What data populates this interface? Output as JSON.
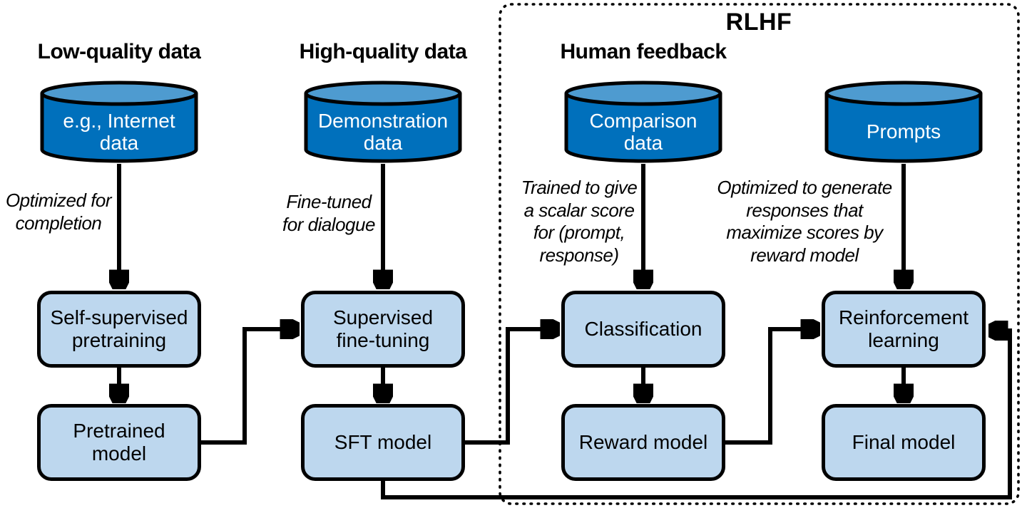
{
  "rlhf": {
    "label": "RLHF"
  },
  "columns": [
    {
      "heading": "Low-quality data",
      "cylinder_label": "e.g., Internet\ndata",
      "annotation": "Optimized for\ncompletion",
      "box1": "Self-supervised\npretraining",
      "box2": "Pretrained\nmodel"
    },
    {
      "heading": "High-quality data",
      "cylinder_label": "Demonstration\ndata",
      "annotation": "Fine-tuned\nfor dialogue",
      "box1": "Supervised\nfine-tuning",
      "box2": "SFT model"
    },
    {
      "heading": "Human feedback",
      "cylinder_label": "Comparison\ndata",
      "annotation": "Trained to give\na scalar score\nfor (prompt,\nresponse)",
      "box1": "Classification",
      "box2": "Reward model"
    },
    {
      "heading": "",
      "cylinder_label": "Prompts",
      "annotation": "Optimized to generate\nresponses that\nmaximize scores by\nreward model",
      "box1": "Reinforcement\nlearning",
      "box2": "Final model"
    }
  ],
  "edges": [
    {
      "from": "e.g., Internet data",
      "to": "Self-supervised pretraining"
    },
    {
      "from": "Self-supervised pretraining",
      "to": "Pretrained model"
    },
    {
      "from": "Pretrained model",
      "to": "Supervised fine-tuning"
    },
    {
      "from": "Demonstration data",
      "to": "Supervised fine-tuning"
    },
    {
      "from": "Supervised fine-tuning",
      "to": "SFT model"
    },
    {
      "from": "SFT model",
      "to": "Classification"
    },
    {
      "from": "Comparison data",
      "to": "Classification"
    },
    {
      "from": "Classification",
      "to": "Reward model"
    },
    {
      "from": "Reward model",
      "to": "Reinforcement learning"
    },
    {
      "from": "Prompts",
      "to": "Reinforcement learning"
    },
    {
      "from": "SFT model",
      "to": "Reinforcement learning"
    },
    {
      "from": "Reinforcement learning",
      "to": "Final model"
    }
  ],
  "colors": {
    "cylinder_body": "#0070bc",
    "cylinder_top": "#4e9bd0",
    "box_fill": "#bdd7ee",
    "line": "#000000",
    "text_on_dark": "#ffffff"
  }
}
